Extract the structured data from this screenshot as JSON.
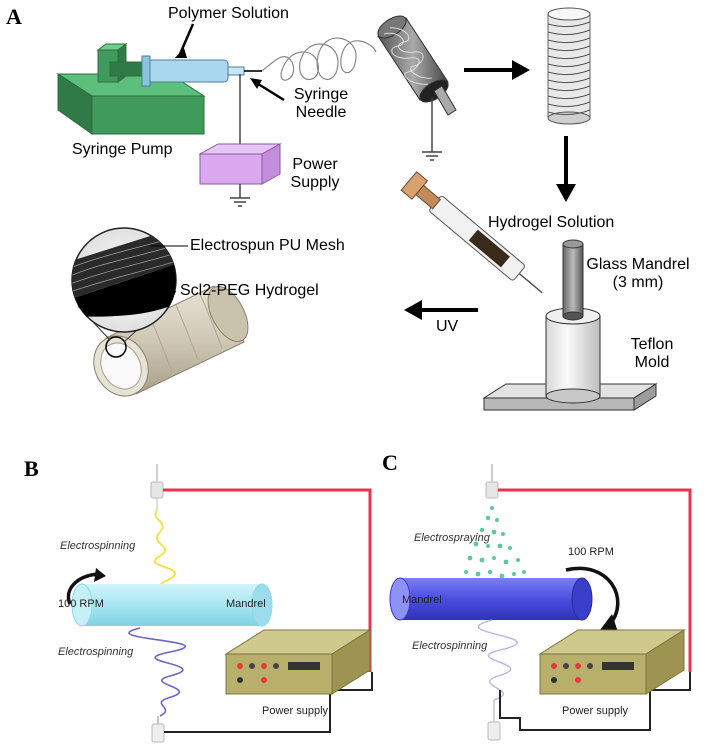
{
  "panels": {
    "a": "A",
    "b": "B",
    "c": "C"
  },
  "panel_a": {
    "polymer_solution": "Polymer   Solution",
    "syringe_needle_line1": "Syringe",
    "syringe_needle_line2": "Needle",
    "syringe_pump": "Syringe  Pump",
    "power_supply_line1": "Power",
    "power_supply_line2": "Supply",
    "hydrogel_solution": "Hydrogel  Solution",
    "glass_mandrel_line1": "Glass Mandrel",
    "glass_mandrel_line2": "(3 mm)",
    "teflon_line1": "Teflon",
    "teflon_line2": "Mold",
    "uv": "UV",
    "electrospun_mesh": "Electrospun  PU Mesh",
    "hydrogel": "Scl2-PEG Hydrogel"
  },
  "panel_b": {
    "electrospinning_top": "Electrospinning",
    "rpm": "100 RPM",
    "mandrel": "Mandrel",
    "electrospinning_bottom": "Electrospinning",
    "power_supply": "Power supply"
  },
  "panel_c": {
    "electrospraying": "Electrospraying",
    "rpm": "100 RPM",
    "mandrel": "Mandrel",
    "electrospinning": "Electrospinning",
    "power_supply": "Power supply"
  },
  "colors": {
    "pump_green": "#3f9a5c",
    "syringe_blue": "#a9d8ee",
    "power_purple": "#d9a8ee",
    "wire_red": "#e8344e",
    "fiber_yellow": "#f1e34a",
    "fiber_purple": "#6b68c8",
    "mandrel_cyan": "#a8e6f2",
    "mandrel_blue": "#4a4ee0",
    "spray_green": "#5fc79a",
    "supply_olive": "#b8b06a"
  }
}
